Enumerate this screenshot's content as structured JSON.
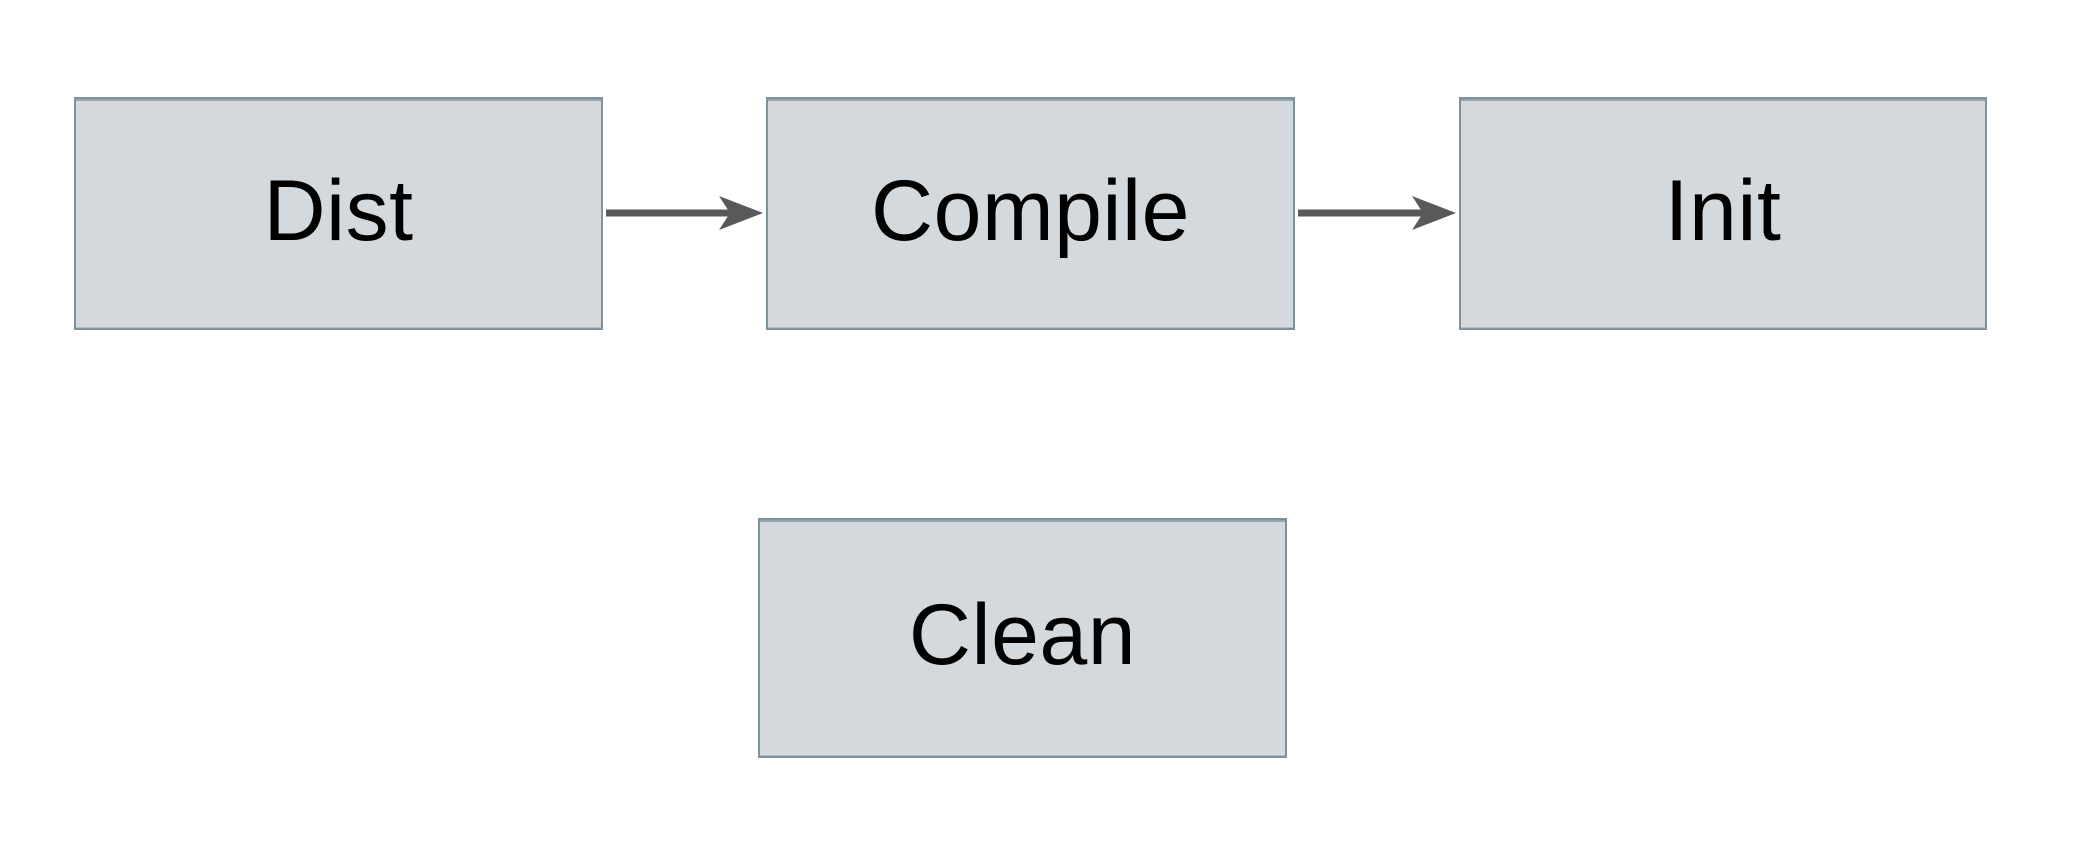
{
  "diagram": {
    "type": "flowchart",
    "background_color": "#ffffff",
    "node_fill_color": "#d3d9dc",
    "node_border_color": "#7e929d",
    "arrow_color": "#58595b",
    "text_color": "#000000",
    "nodes": [
      {
        "id": "dist",
        "label": "Dist"
      },
      {
        "id": "compile",
        "label": "Compile"
      },
      {
        "id": "init",
        "label": "Init"
      },
      {
        "id": "clean",
        "label": "Clean"
      }
    ],
    "edges": [
      {
        "from": "dist",
        "to": "compile",
        "direction": "right"
      },
      {
        "from": "compile",
        "to": "init",
        "direction": "right"
      }
    ]
  }
}
